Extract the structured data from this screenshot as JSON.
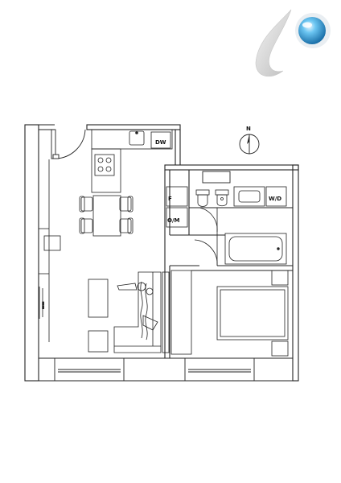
{
  "plan": {
    "compass_label": "N",
    "labels": {
      "dishwasher": "DW",
      "fridge": "F",
      "oven_microwave": "O/M",
      "washer_dryer": "W/D"
    }
  },
  "colors": {
    "wall": "#222222",
    "line": "#333333",
    "logo_light": "#dcdcdc",
    "logo_blue": "#2a8fc7"
  },
  "icons": {
    "logo": "water-drop-logo-icon",
    "compass": "north-compass-icon"
  }
}
